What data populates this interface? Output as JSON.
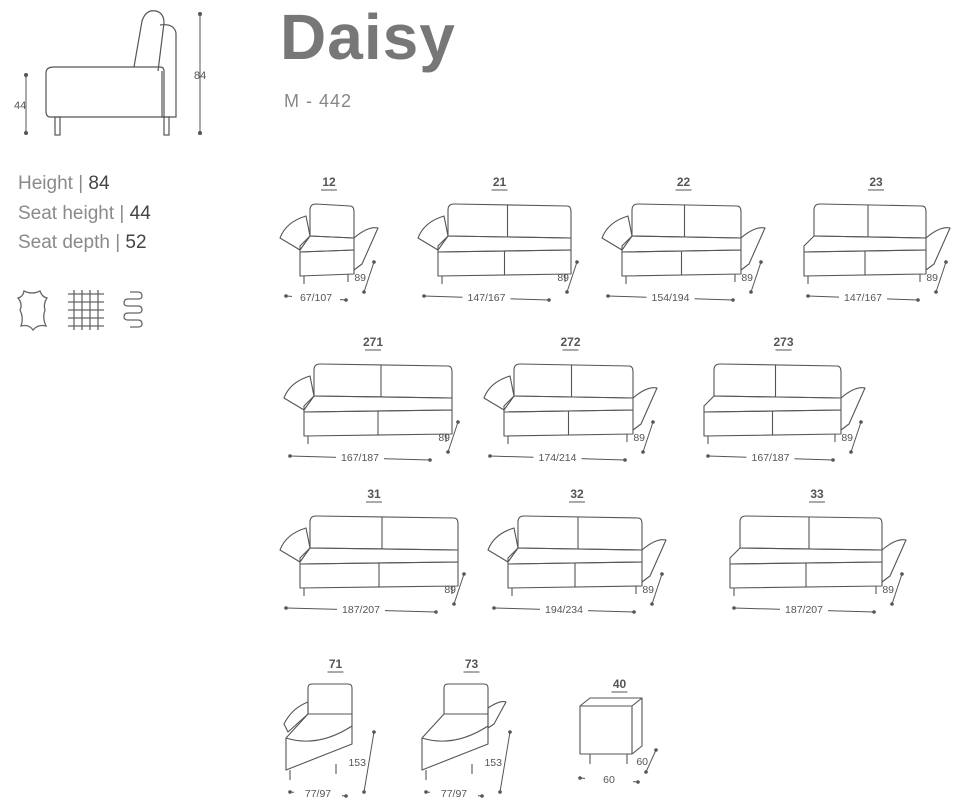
{
  "title": "Daisy",
  "model": "M - 442",
  "side_view": {
    "height_label": "84",
    "seat_height_label": "44"
  },
  "specs": [
    {
      "label": "Height",
      "separator": "|",
      "value": "84"
    },
    {
      "label": "Seat height",
      "separator": "|",
      "value": "44"
    },
    {
      "label": "Seat depth",
      "separator": "|",
      "value": "52"
    }
  ],
  "feature_icons": [
    "leather-icon",
    "fabric-icon",
    "spring-icon"
  ],
  "modules": [
    {
      "code": "12",
      "width": "67/107",
      "depth": "89",
      "shape": "armchair-both-arms"
    },
    {
      "code": "21",
      "width": "147/167",
      "depth": "89",
      "shape": "sofa-left-arm"
    },
    {
      "code": "22",
      "width": "154/194",
      "depth": "89",
      "shape": "sofa-both-arms"
    },
    {
      "code": "23",
      "width": "147/167",
      "depth": "89",
      "shape": "sofa-right-arm"
    },
    {
      "code": "271",
      "width": "167/187",
      "depth": "89",
      "shape": "sofa-left-arm"
    },
    {
      "code": "272",
      "width": "174/214",
      "depth": "89",
      "shape": "sofa-both-arms"
    },
    {
      "code": "273",
      "width": "167/187",
      "depth": "89",
      "shape": "sofa-right-arm"
    },
    {
      "code": "31",
      "width": "187/207",
      "depth": "89",
      "shape": "sofa-left-arm"
    },
    {
      "code": "32",
      "width": "194/234",
      "depth": "89",
      "shape": "sofa-both-arms"
    },
    {
      "code": "33",
      "width": "187/207",
      "depth": "89",
      "shape": "sofa-right-arm"
    },
    {
      "code": "71",
      "width": "77/97",
      "depth": "153",
      "shape": "chaise-left-arm"
    },
    {
      "code": "73",
      "width": "77/97",
      "depth": "153",
      "shape": "chaise-right-arm"
    },
    {
      "code": "40",
      "width": "60",
      "depth": "60",
      "shape": "ottoman"
    }
  ]
}
